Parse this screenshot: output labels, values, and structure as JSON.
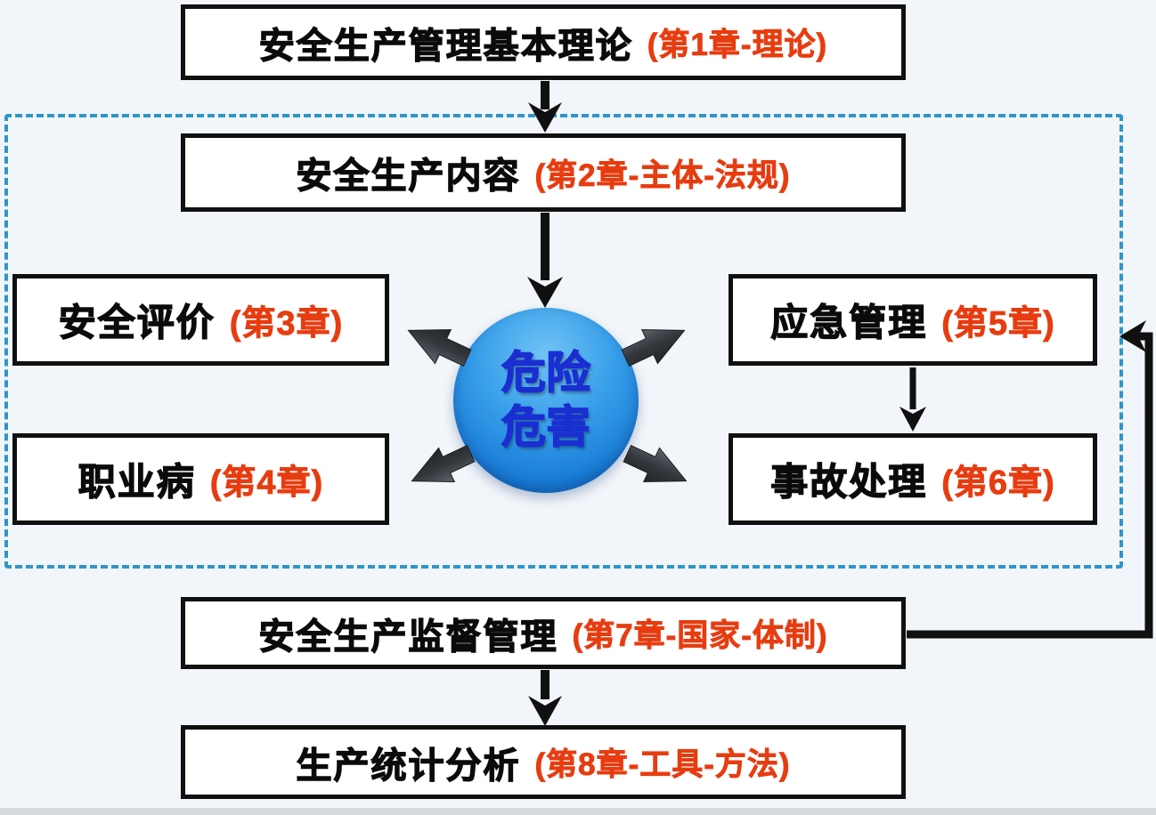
{
  "nodes": {
    "theory": {
      "label": "安全生产管理基本理论",
      "note": "(第1章-理论)"
    },
    "content": {
      "label": "安全生产内容",
      "note": "(第2章-主体-法规)"
    },
    "evaluation": {
      "label": "安全评价",
      "note": "(第3章)"
    },
    "occupational": {
      "label": "职业病",
      "note": "(第4章)"
    },
    "emergency": {
      "label": "应急管理",
      "note": "(第5章)"
    },
    "accident": {
      "label": "事故处理",
      "note": "(第6章)"
    },
    "supervision": {
      "label": "安全生产监督管理",
      "note": "(第7章-国家-体制)"
    },
    "statistics": {
      "label": "生产统计分析",
      "note": "(第8章-工具-方法)"
    }
  },
  "center": {
    "line1": "危险",
    "line2": "危害"
  },
  "icons": {
    "radiating_arrows": [
      "up-left",
      "up-right",
      "down-left",
      "down-right"
    ]
  },
  "colors": {
    "background": "#f2f5f9",
    "box_fill": "#ffffff",
    "box_border": "#101010",
    "label_text": "#0b0b0c",
    "note_accent": "#e73c10",
    "dashed_border": "#2e96c8",
    "circle_fill": "#2196e8",
    "circle_rim": "#0e63b6",
    "circle_text": "#1a2ed2",
    "flow_arrow": "#101010",
    "block_arrow": "#34373c"
  }
}
